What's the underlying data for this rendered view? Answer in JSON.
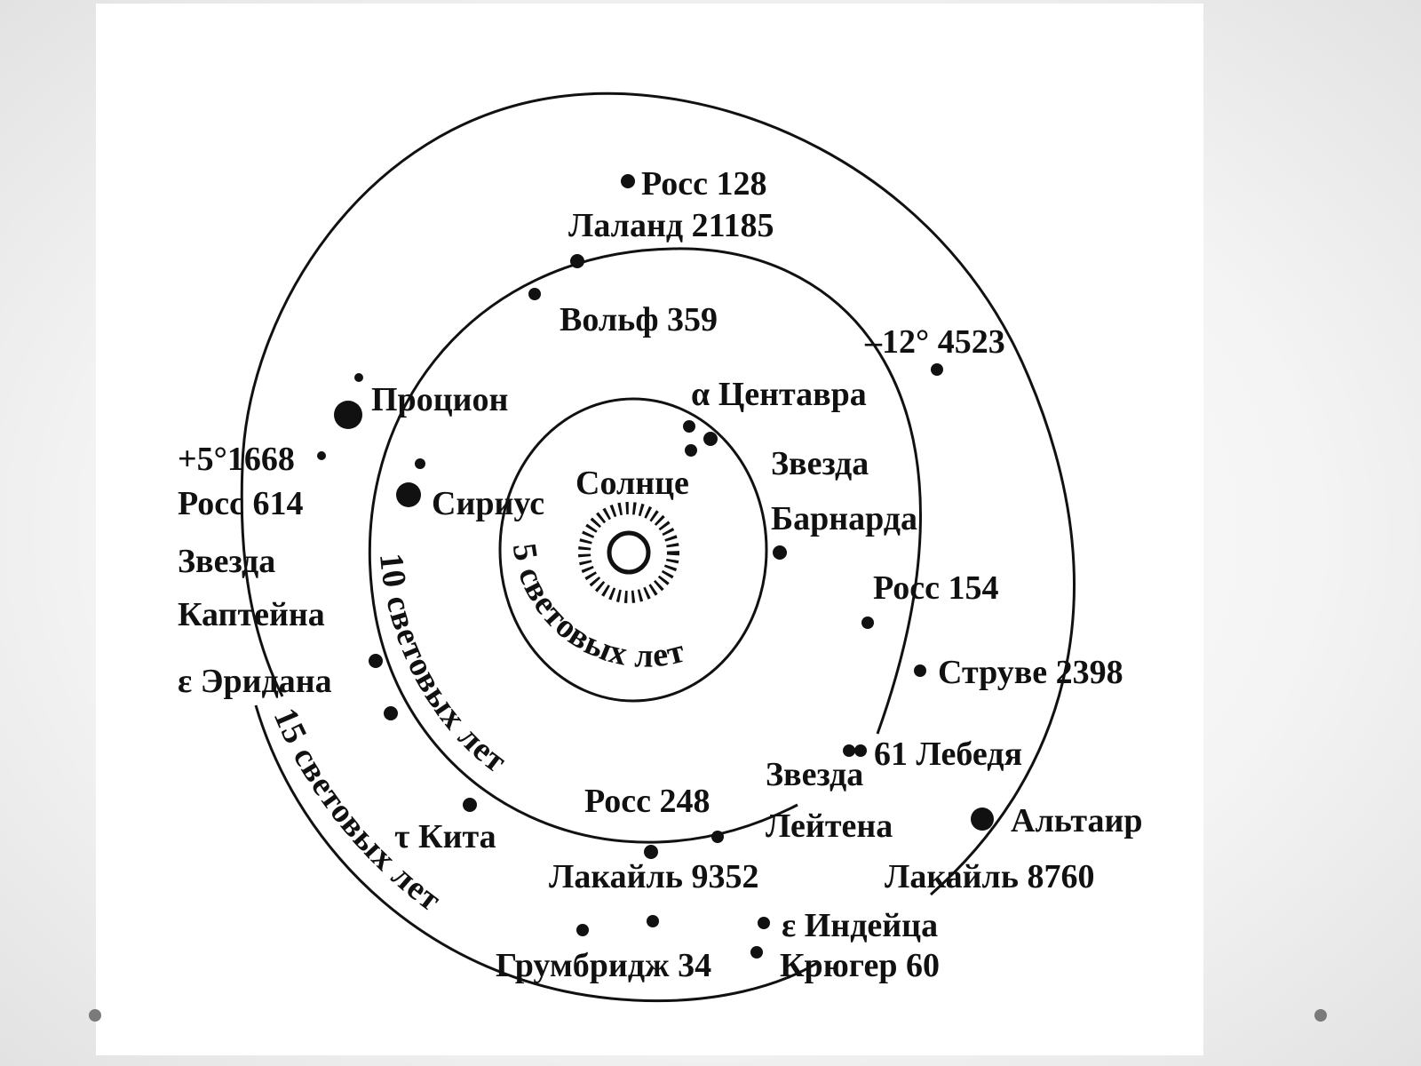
{
  "sun_label": "Солнце",
  "ring_labels": {
    "inner": "5 световых лет",
    "middle": "10 световых лет",
    "outer": "15 световых лет"
  },
  "stars": [
    {
      "label": "Росс 128"
    },
    {
      "label": "Лаланд 21185"
    },
    {
      "label": "Вольф 359"
    },
    {
      "label": "–12° 4523"
    },
    {
      "label": "Процион"
    },
    {
      "label": "α Центавра"
    },
    {
      "label": "+5°1668"
    },
    {
      "label": "Росс 614"
    },
    {
      "label": "Сириус"
    },
    {
      "label": "Звезда"
    },
    {
      "label": "Барнарда"
    },
    {
      "label": "Звезда"
    },
    {
      "label": "Каптейна"
    },
    {
      "label": "Росс 154"
    },
    {
      "label": "ε Эридана"
    },
    {
      "label": "Струве 2398"
    },
    {
      "label": "61 Лебедя"
    },
    {
      "label": "Звезда"
    },
    {
      "label": "Лейтена"
    },
    {
      "label": "Росс 248"
    },
    {
      "label": "Альтаир"
    },
    {
      "label": "τ Кита"
    },
    {
      "label": "Лакайль 9352"
    },
    {
      "label": "Лакайль 8760"
    },
    {
      "label": "ε Индейца"
    },
    {
      "label": "Грумбридж 34"
    },
    {
      "label": "Крюгер 60"
    }
  ]
}
